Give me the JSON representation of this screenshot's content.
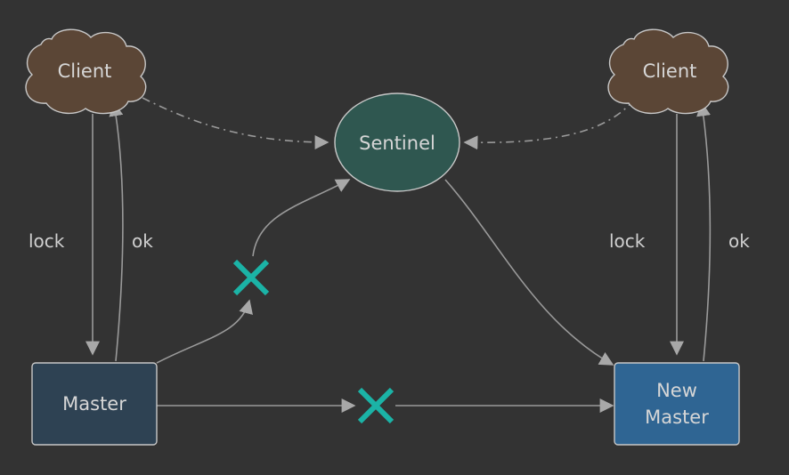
{
  "nodes": {
    "client_left": {
      "label": "Client",
      "color": "#5b4636"
    },
    "client_right": {
      "label": "Client",
      "color": "#5b4636"
    },
    "sentinel": {
      "label": "Sentinel",
      "color": "#2f5750"
    },
    "master": {
      "label": "Master",
      "color": "#2e4253"
    },
    "new_master": {
      "label_line1": "New",
      "label_line2": "Master",
      "color": "#2f6593"
    }
  },
  "edges": {
    "left_lock": "lock",
    "left_ok": "ok",
    "right_lock": "lock",
    "right_ok": "ok"
  },
  "colors": {
    "background": "#333333",
    "arrow": "#9a9a9a",
    "node_border": "#c8c8c8",
    "failure_mark": "#1bb3a6"
  },
  "icons": {
    "failure": "x-mark-icon"
  }
}
